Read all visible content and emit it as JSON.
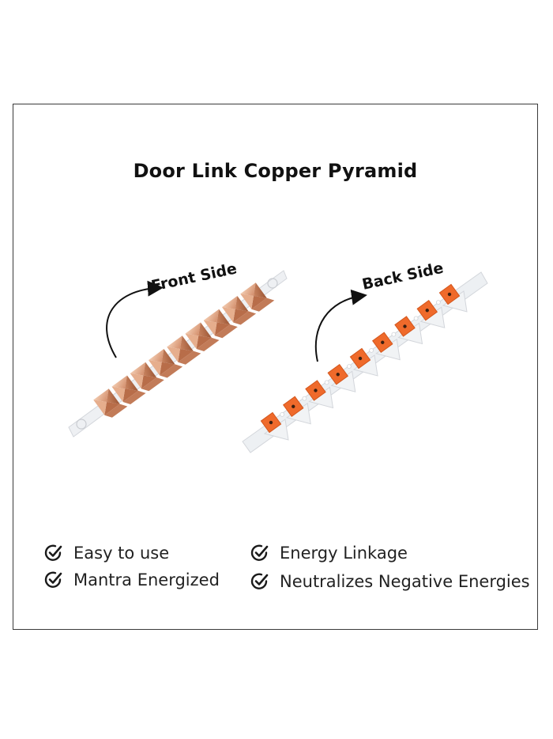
{
  "title": "Door Link Copper Pyramid",
  "front_label": "Front Side",
  "back_label": "Back Side",
  "icons": {
    "feature_check": "check-circle-icon",
    "arrow": "curved-arrow-icon"
  },
  "colors": {
    "copper": "#d7916c",
    "copper_dark": "#b06a47",
    "copper_light": "#efc3a6",
    "orange_pad": "#ef6a2b",
    "strip": "#eceef1",
    "border": "#3a3a3a"
  },
  "features": {
    "left": [
      "Easy to use",
      "Mantra Energized"
    ],
    "right": [
      "Energy Linkage",
      "Neutralizes Negative Energies"
    ]
  }
}
